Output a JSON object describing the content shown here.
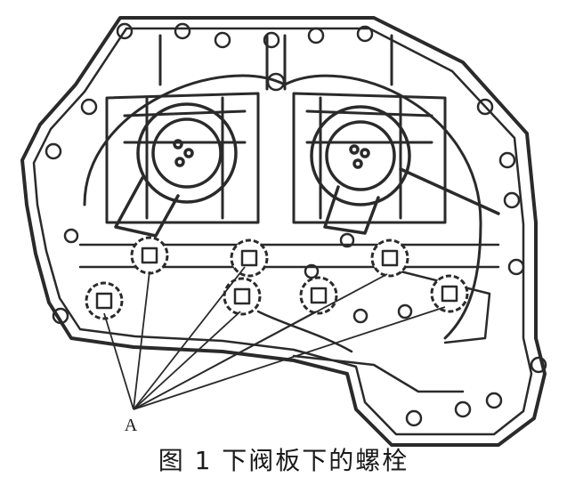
{
  "figure": {
    "callout_label": "A",
    "caption": "图 1   下阀板下的螺栓",
    "callout_count": 7,
    "line_color": "#2a2a2a"
  }
}
